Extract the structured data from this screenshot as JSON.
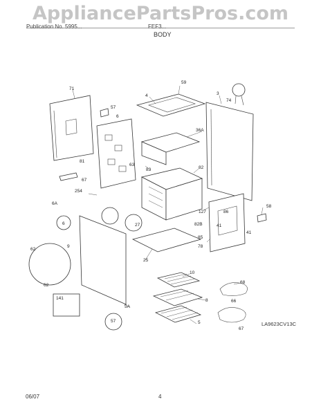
{
  "watermark": "AppliancePartsPros.com",
  "header": {
    "left": "Publication No. 5995...",
    "right": "FEF3...",
    "section_title": "BODY"
  },
  "diagram_ref": "LA9623CV13C",
  "footer": {
    "date": "06/07",
    "page": "4"
  },
  "labels": {
    "l59": "59",
    "l71": "71",
    "l57": "57",
    "l4": "4",
    "l3": "3",
    "l74": "74",
    "l6": "6",
    "l36a": "36A",
    "l81": "81",
    "l67": "67",
    "l63": "63",
    "l83": "83",
    "l82": "82",
    "l254": "254",
    "l6a": "6A",
    "l6b": "6",
    "l9": "9",
    "l127": "127",
    "l86": "86",
    "l58": "58",
    "l27": "27",
    "l82b": "82B",
    "l41": "41",
    "l41b": "41",
    "l85": "85",
    "l78": "78",
    "l25": "25",
    "l62": "62",
    "l62b": "62",
    "l141": "141",
    "l5a": "5A",
    "l57b": "57",
    "l10": "10",
    "l8": "8",
    "l5": "5",
    "l68": "68",
    "l66": "66",
    "l67b": "67"
  }
}
